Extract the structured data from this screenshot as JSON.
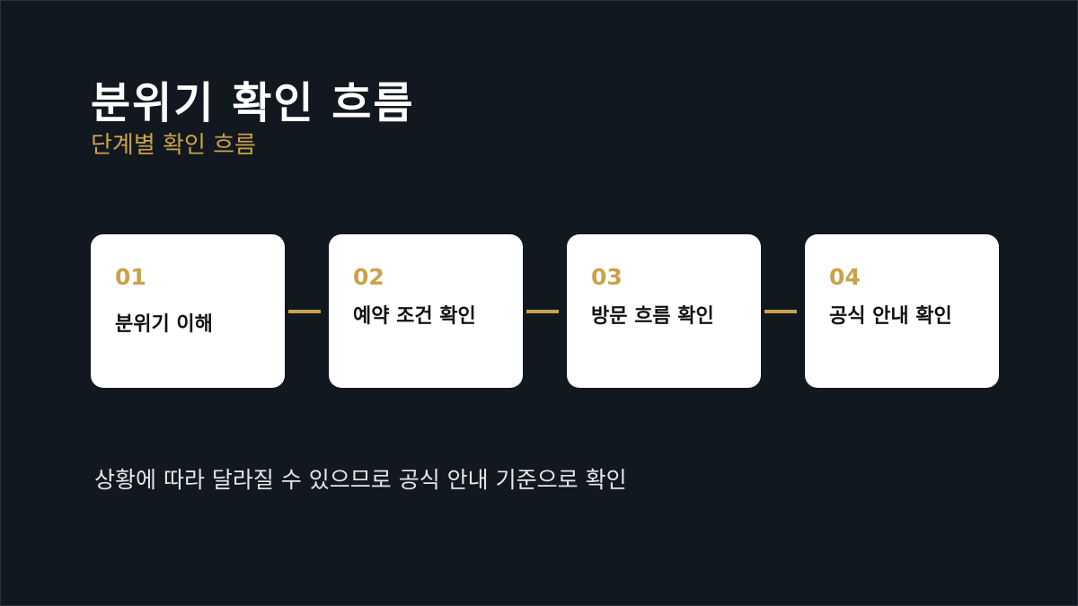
{
  "slide": {
    "title": "분위기 확인 흐름",
    "subtitle": "단계별 확인 흐름",
    "note": "상황에 따라 달라질 수 있으므로 공식 안내 기준으로 확인"
  },
  "steps": [
    {
      "number": "01",
      "label": "분위기 이해"
    },
    {
      "number": "02",
      "label": "예약 조건 확인"
    },
    {
      "number": "03",
      "label": "방문 흐름 확인"
    },
    {
      "number": "04",
      "label": "공식 안내 확인"
    }
  ],
  "colors": {
    "background": "#111820",
    "accent": "#c9a24a",
    "card": "#ffffff",
    "title": "#ffffff"
  }
}
